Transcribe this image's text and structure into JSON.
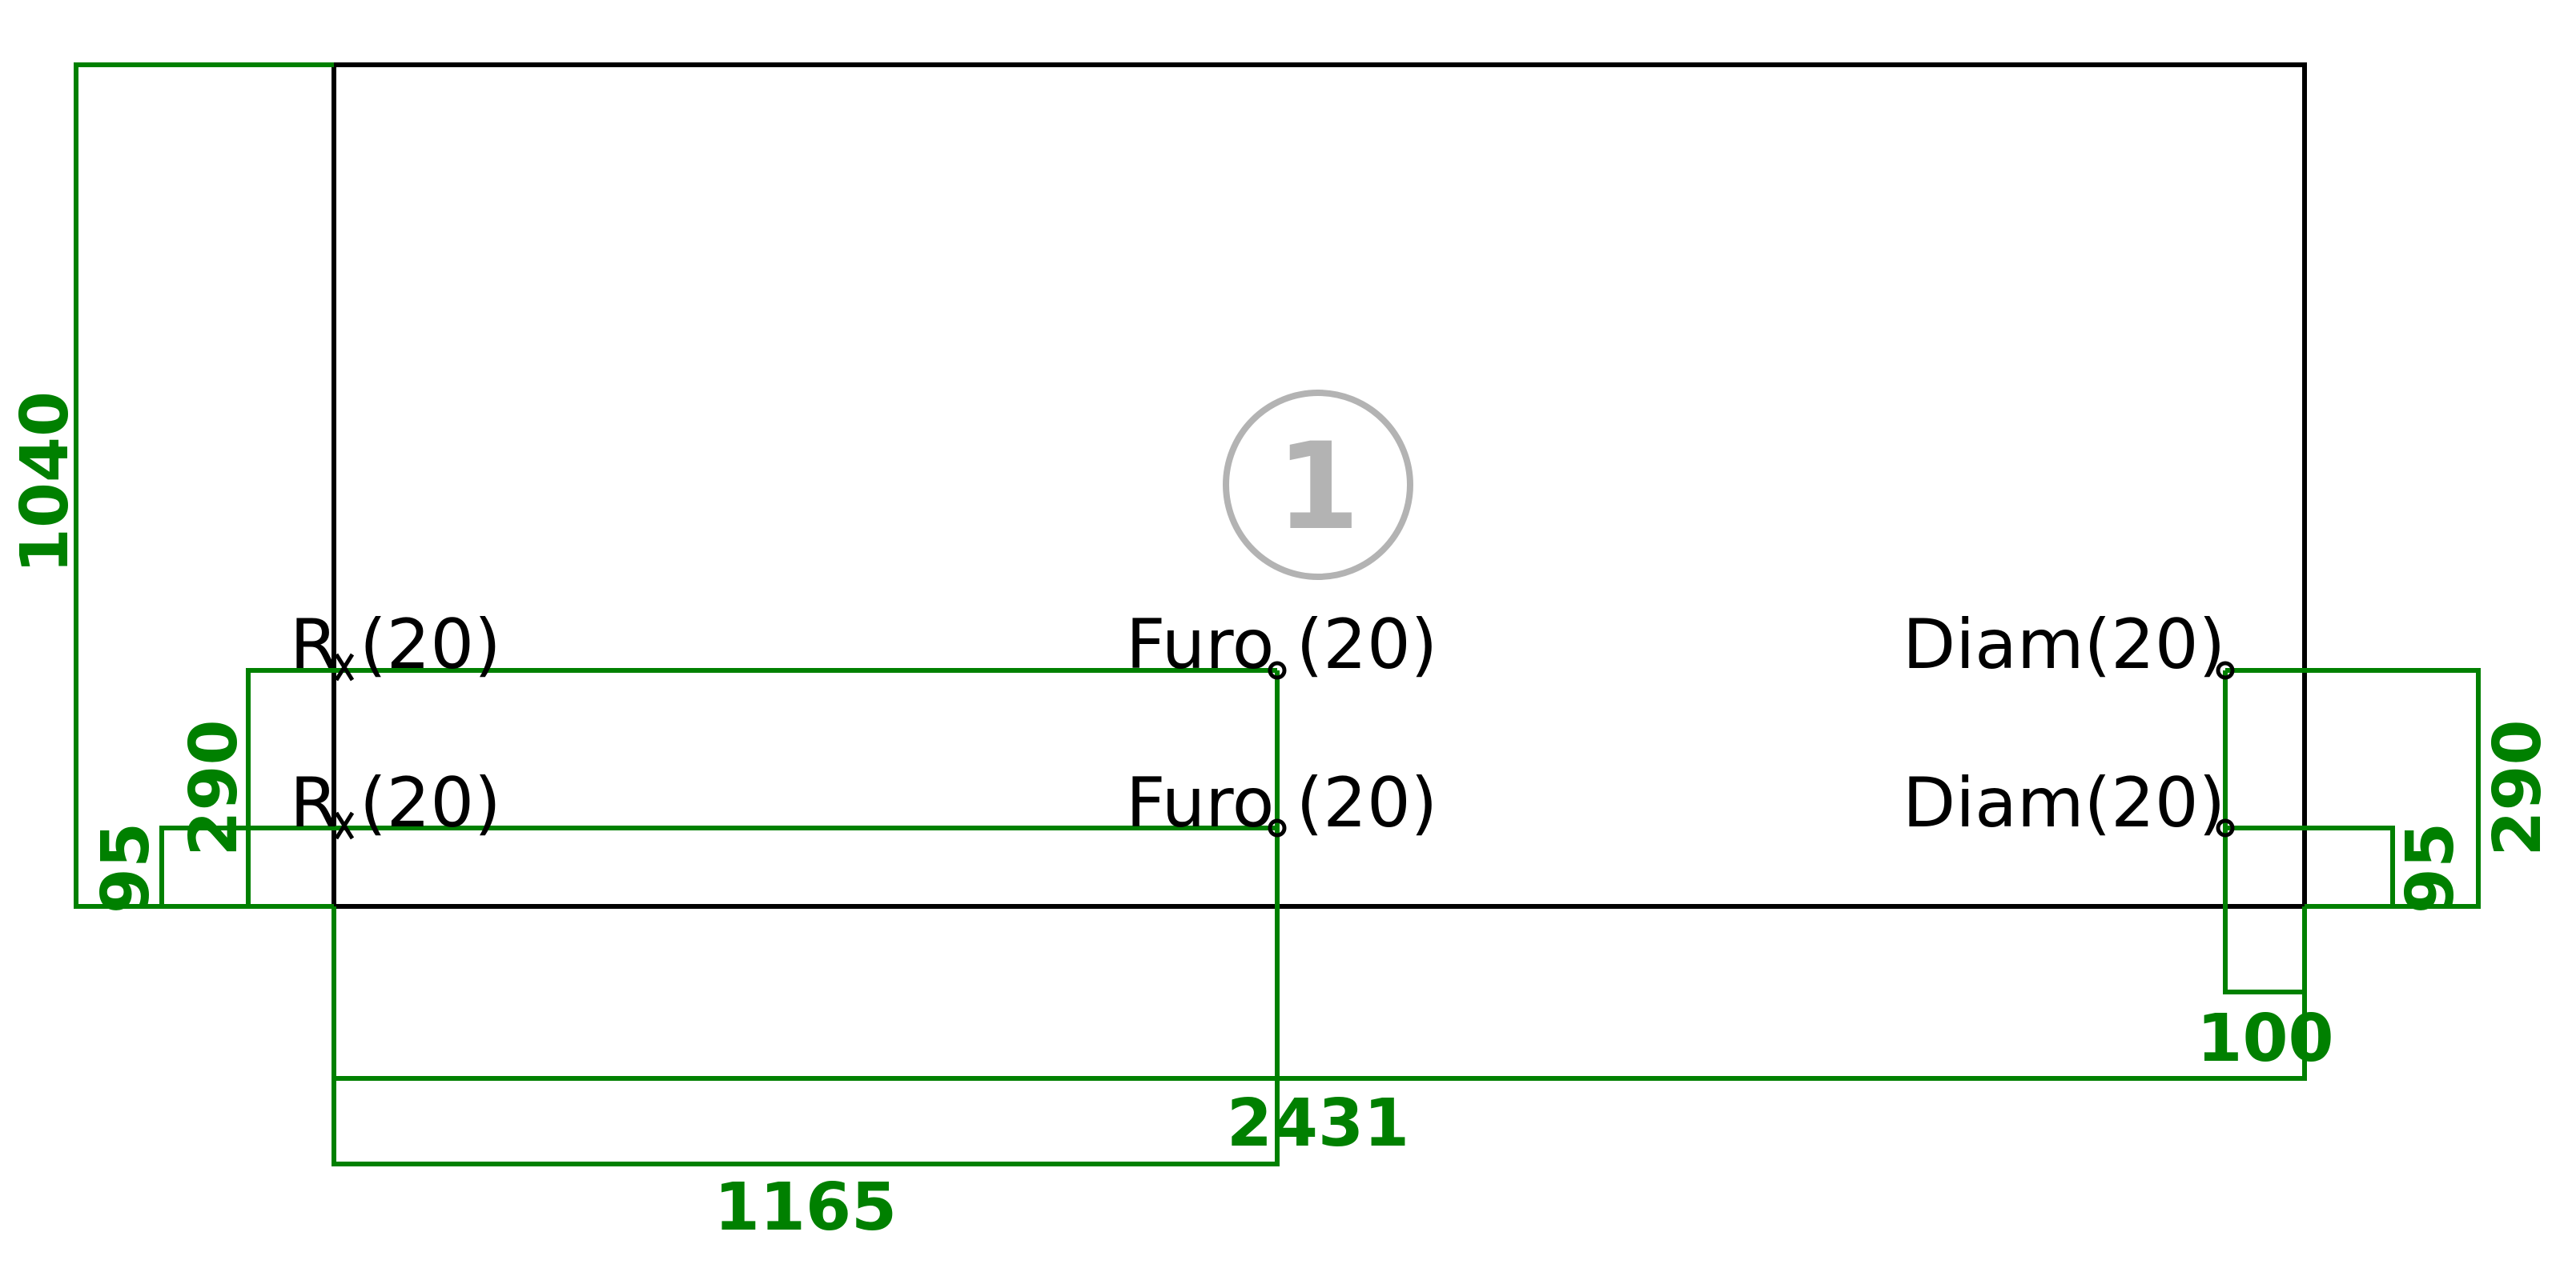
{
  "colors": {
    "dimension": "#008000",
    "outline": "#000000",
    "badge": "#b3b3b3"
  },
  "panel": {
    "number": "1"
  },
  "dimensions": {
    "height": "1040",
    "width": "2431",
    "hole_x": "1165",
    "left_low": "95",
    "left_high": "290",
    "right_low": "95",
    "right_high": "290",
    "right_offset": "100"
  },
  "hole_labels": [
    {
      "id": "left-top",
      "text": "R (20)"
    },
    {
      "id": "left-bottom",
      "text": "R (20)"
    },
    {
      "id": "mid-top",
      "text": "Furo (20)"
    },
    {
      "id": "mid-bottom",
      "text": "Furo (20)"
    },
    {
      "id": "right-top",
      "text": "Diam(20)"
    },
    {
      "id": "right-bottom",
      "text": "Diam(20)"
    }
  ]
}
